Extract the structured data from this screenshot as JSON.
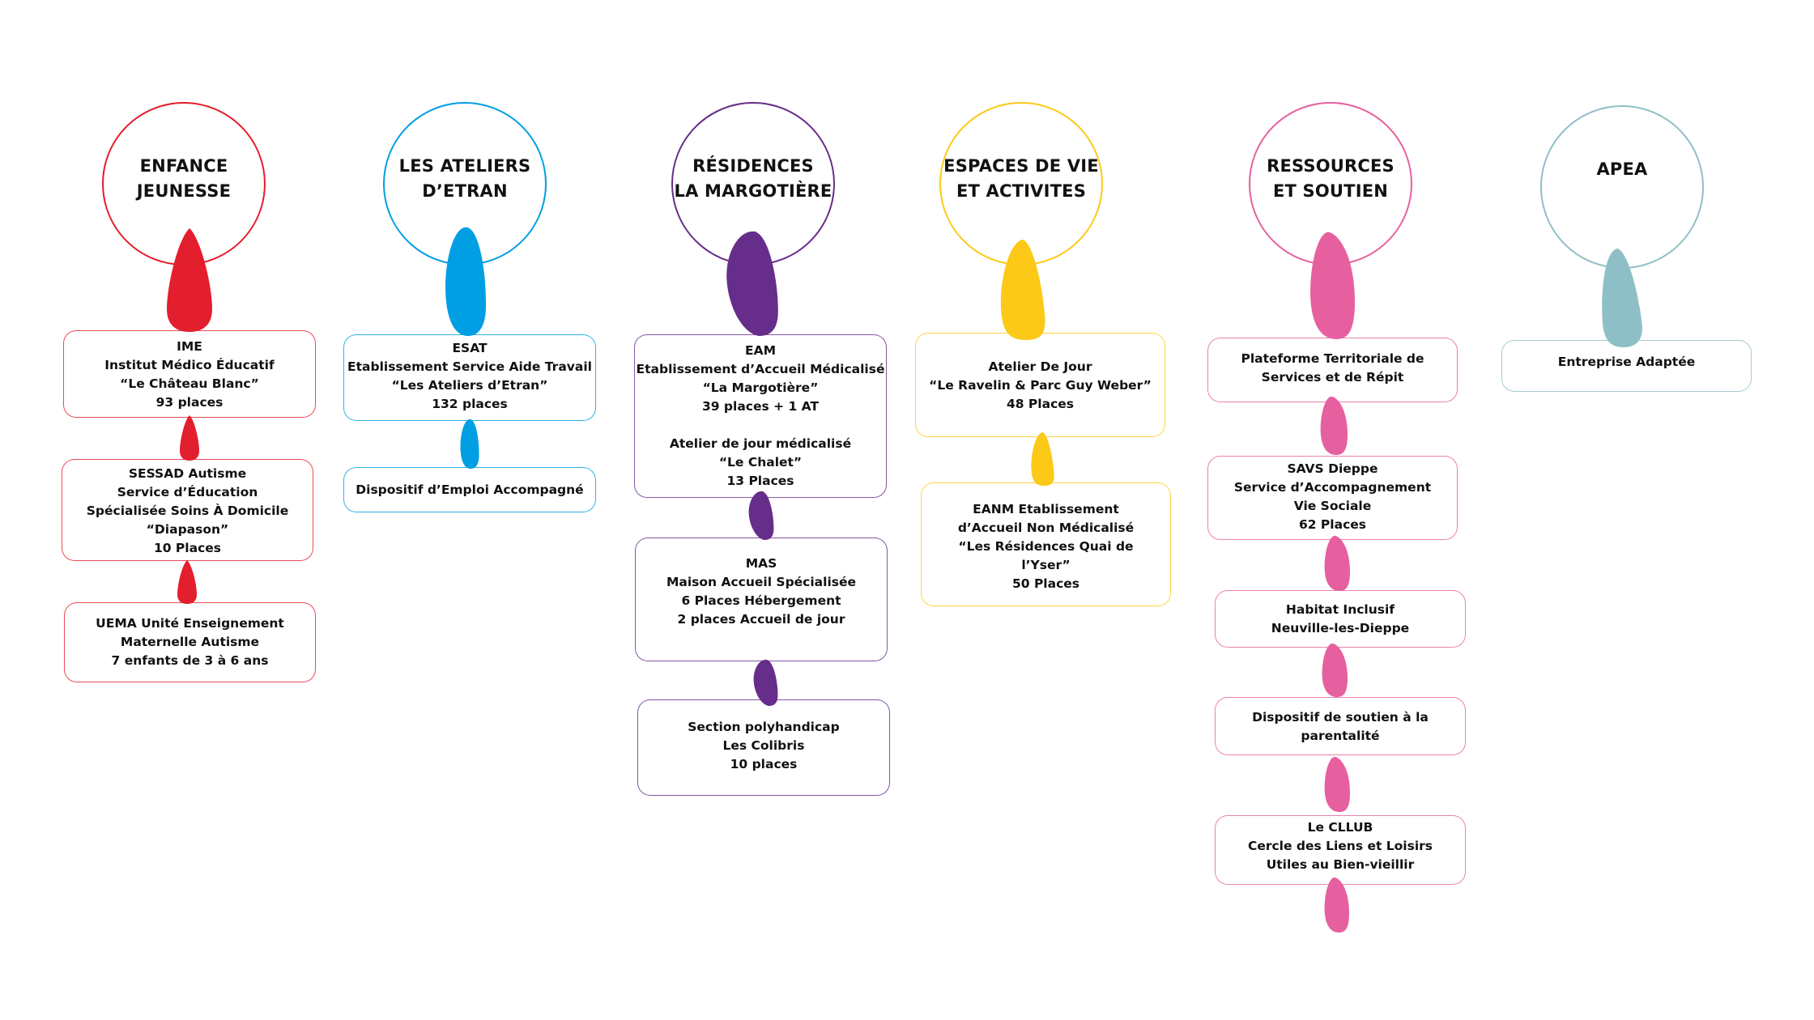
{
  "colors": {
    "enfance": "#e31e2d",
    "ateliers": "#009fe3",
    "residences": "#662d8a",
    "espaces": "#fcc918",
    "ressources": "#e6609f",
    "apea": "#8fbfc6",
    "text": "#111111"
  },
  "columns": [
    {
      "id": "enfance",
      "title": "ENFANCE\nJEUNESSE",
      "items": [
        "IME\nInstitut Médico Éducatif\n“Le Château Blanc”\n93 places",
        "SESSAD Autisme\nService d’Éducation\nSpécialisée Soins À Domicile\n“Diapason”\n10 Places",
        "UEMA Unité Enseignement\nMaternelle Autisme\n7 enfants de 3 à 6 ans"
      ]
    },
    {
      "id": "ateliers",
      "title": "LES ATELIERS\nD’ETRAN",
      "items": [
        "ESAT\nEtablissement Service Aide Travail\n“Les Ateliers d’Etran”\n132 places",
        "Dispositif d’Emploi Accompagné"
      ]
    },
    {
      "id": "residences",
      "title": "RÉSIDENCES\nLA MARGOTIÈRE",
      "items": [
        "EAM\nEtablissement d’Accueil Médicalisé\n“La Margotière”\n39 places + 1 AT\n\nAtelier de jour médicalisé\n“Le Chalet”\n13 Places",
        "MAS\nMaison Accueil Spécialisée\n6 Places Hébergement\n2 places Accueil de jour",
        "Section polyhandicap\nLes Colibris\n10 places"
      ]
    },
    {
      "id": "espaces",
      "title": "ESPACES DE VIE\nET ACTIVITES",
      "items": [
        "Atelier De Jour\n“Le Ravelin & Parc Guy Weber”\n48 Places",
        "EANM Etablissement\nd’Accueil Non Médicalisé\n“Les Résidences Quai de\nl’Yser”\n50 Places"
      ]
    },
    {
      "id": "ressources",
      "title": "RESSOURCES\nET SOUTIEN",
      "items": [
        "Plateforme Territoriale de\nServices et de Répit",
        "SAVS Dieppe\nService d’Accompagnement\nVie Sociale\n62 Places",
        "Habitat Inclusif\nNeuville-les-Dieppe",
        "Dispositif de soutien à la\nparentalité",
        "Le CLLUB\nCercle des Liens et Loisirs\nUtiles au Bien-vieillir"
      ]
    },
    {
      "id": "apea",
      "title": "APEA",
      "items": [
        "Entreprise Adaptée"
      ]
    }
  ]
}
